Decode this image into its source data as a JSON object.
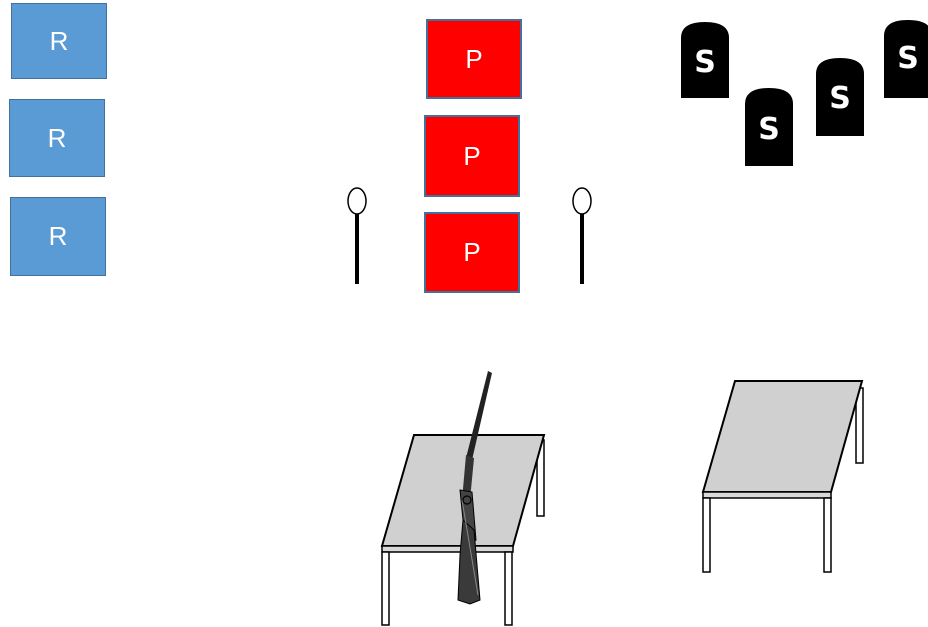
{
  "r_boxes": {
    "label": "R",
    "fill": "#5b9bd5",
    "count": 3
  },
  "p_boxes": {
    "label": "P",
    "fill": "#ff0000",
    "count": 3
  },
  "s_markers": {
    "label": "S",
    "fill": "#000000",
    "count": 4
  },
  "objects": {
    "poles": 2,
    "tables": 2,
    "rifle_on_table": 1
  }
}
